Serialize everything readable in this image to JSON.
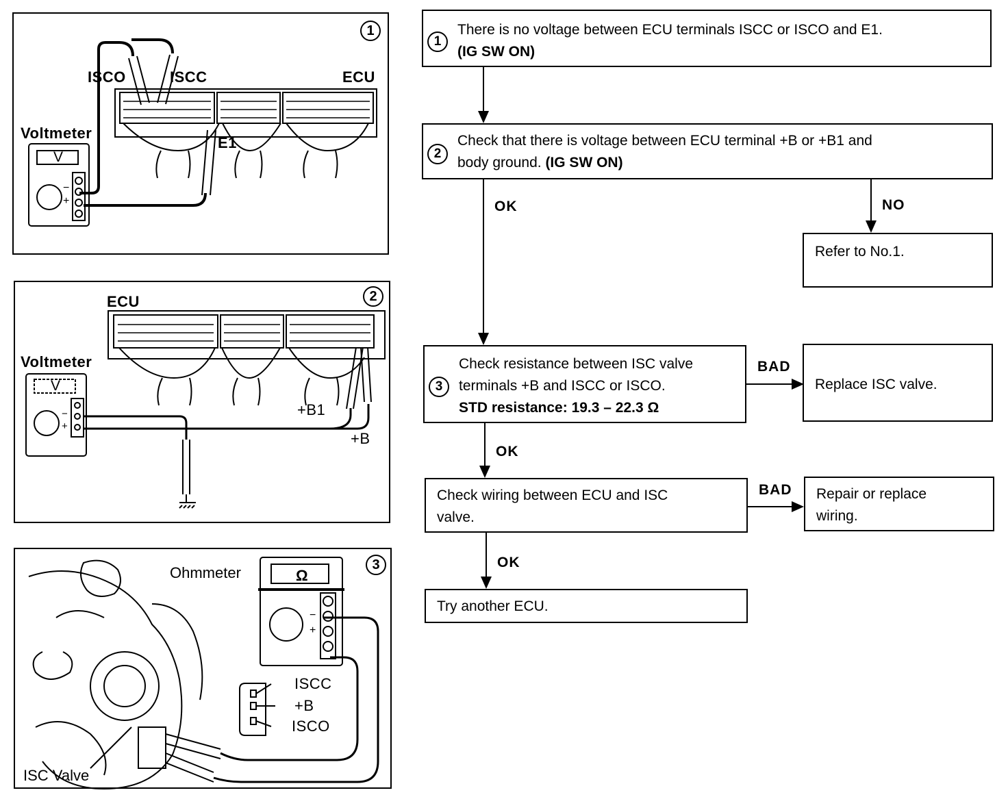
{
  "panel1": {
    "number": "1",
    "isco": "ISCO",
    "iscc": "ISCC",
    "ecu": "ECU",
    "voltmeter": "Voltmeter",
    "meter_symbol": "V",
    "e1": "E1",
    "minus": "−",
    "plus": "+"
  },
  "panel2": {
    "number": "2",
    "ecu": "ECU",
    "voltmeter": "Voltmeter",
    "meter_symbol": "V",
    "b1": "+B1",
    "b": "+B",
    "minus": "−",
    "plus": "+"
  },
  "panel3": {
    "number": "3",
    "ohmmeter": "Ohmmeter",
    "meter_symbol": "Ω",
    "iscc": "ISCC",
    "b": "+B",
    "isco": "ISCO",
    "isc_valve": "ISC Valve",
    "minus": "−",
    "plus": "+"
  },
  "flow": {
    "step1": {
      "num": "1",
      "line1": "There is no voltage between ECU terminals ISCC or ISCO and E1.",
      "line2": "(IG SW ON)"
    },
    "step2": {
      "num": "2",
      "line1": "Check that there is voltage between ECU terminal +B or +B1 and",
      "line2a": "body ground. ",
      "line2b": "(IG SW ON)"
    },
    "refer": "Refer to No.1.",
    "step3": {
      "num": "3",
      "line1": "Check resistance between ISC valve",
      "line2": "terminals +B and ISCC or ISCO.",
      "line3": "STD resistance:  19.3 – 22.3 Ω"
    },
    "replace": "Replace ISC valve.",
    "wiring": {
      "line1": "Check wiring between ECU and ISC",
      "line2": "valve."
    },
    "repair": {
      "line1": "Repair or replace",
      "line2": "wiring."
    },
    "try": "Try another ECU.",
    "ok": "OK",
    "no": "NO",
    "bad": "BAD"
  }
}
